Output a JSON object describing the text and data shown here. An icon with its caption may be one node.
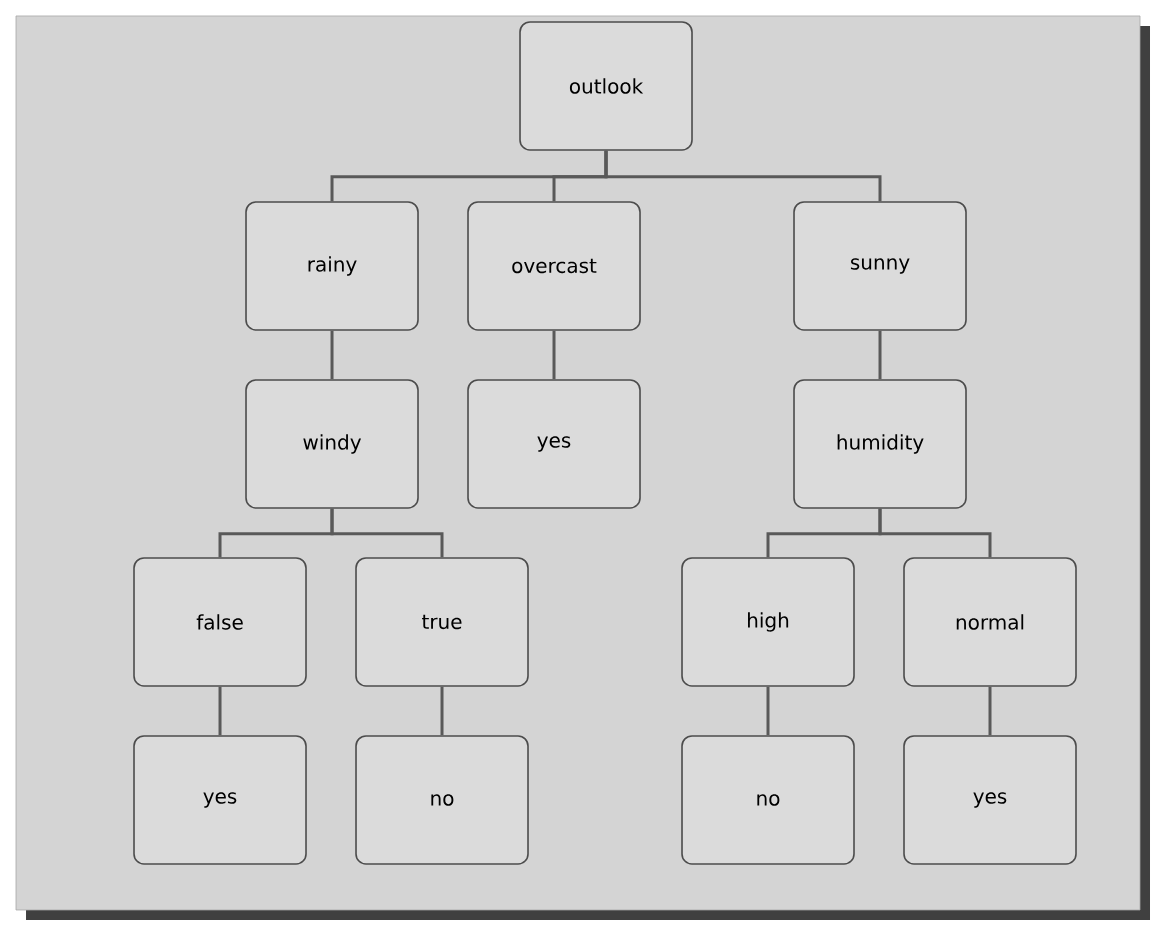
{
  "diagram": {
    "nodes": [
      {
        "text": [
          "outlook"
        ]
      },
      {
        "text": [
          "rainy"
        ]
      },
      {
        "text": [
          "overcast"
        ]
      },
      {
        "text": [
          "sunny"
        ]
      },
      {
        "text": [
          "windy"
        ]
      },
      {
        "text": [
          "yes"
        ]
      },
      {
        "text": [
          "humidity"
        ]
      },
      {
        "text": [
          "false"
        ]
      },
      {
        "text": [
          "true"
        ]
      },
      {
        "text": [
          "high"
        ]
      },
      {
        "text": [
          "normal"
        ]
      },
      {
        "text": [
          "yes"
        ]
      },
      {
        "text": [
          "no"
        ]
      },
      {
        "text": [
          "no"
        ]
      },
      {
        "text": [
          "yes"
        ]
      }
    ],
    "edges": [
      {
        "from": 0,
        "to": 1,
        "arrow": "none"
      },
      {
        "from": 0,
        "to": 2,
        "arrow": "none"
      },
      {
        "from": 0,
        "to": 3,
        "arrow": "none"
      },
      {
        "from": 1,
        "to": 4,
        "arrow": "none"
      },
      {
        "from": 2,
        "to": 5,
        "arrow": "none"
      },
      {
        "from": 3,
        "to": 6,
        "arrow": "none"
      },
      {
        "from": 4,
        "to": 7,
        "arrow": "none"
      },
      {
        "from": 4,
        "to": 8,
        "arrow": "none"
      },
      {
        "from": 6,
        "to": 9,
        "arrow": "none"
      },
      {
        "from": 6,
        "to": 10,
        "arrow": "none"
      },
      {
        "from": 7,
        "to": 11,
        "arrow": "none"
      },
      {
        "from": 8,
        "to": 12,
        "arrow": "none"
      },
      {
        "from": 9,
        "to": 13,
        "arrow": "none"
      },
      {
        "from": 10,
        "to": 14,
        "arrow": "none"
      }
    ]
  }
}
